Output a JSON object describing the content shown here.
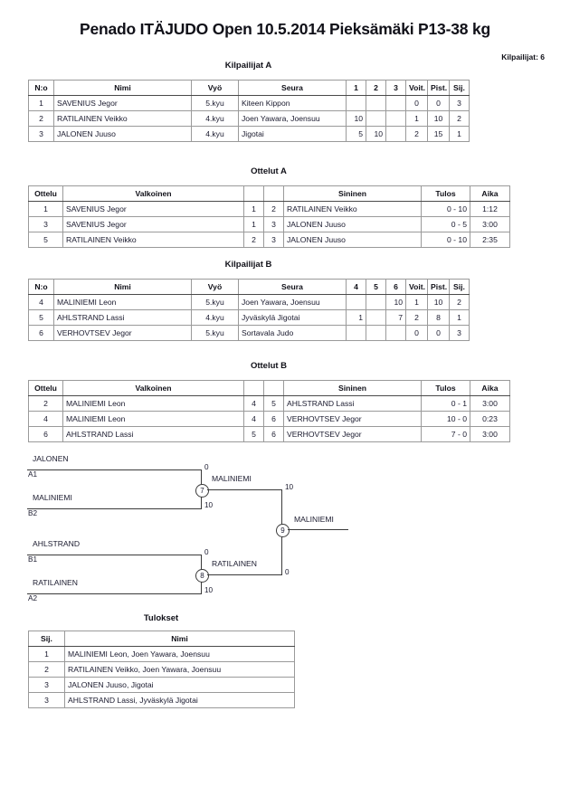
{
  "header": {
    "title": "Penado ITÄJUDO Open   10.5.2014  Pieksämäki   P13-38 kg",
    "entrant_count": "Kilpailijat: 6"
  },
  "pools": [
    {
      "heading": "Kilpailijat A",
      "columns": [
        "N:o",
        "Nimi",
        "Vyö",
        "Seura",
        "1",
        "2",
        "3",
        "Voit.",
        "Pist.",
        "Sij."
      ],
      "rows": [
        {
          "no": "1",
          "name": "SAVENIUS Jegor",
          "belt": "5.kyu",
          "club": "Kiteen Kippon",
          "m1": "",
          "m2": "",
          "m3": "",
          "wins": "0",
          "points": "0",
          "rank": "3"
        },
        {
          "no": "2",
          "name": "RATILAINEN Veikko",
          "belt": "4.kyu",
          "club": "Joen Yawara, Joensuu",
          "m1": "10",
          "m2": "",
          "m3": "",
          "wins": "1",
          "points": "10",
          "rank": "2"
        },
        {
          "no": "3",
          "name": "JALONEN Juuso",
          "belt": "4.kyu",
          "club": "Jigotai",
          "m1": "5",
          "m2": "10",
          "m3": "",
          "wins": "2",
          "points": "15",
          "rank": "1"
        }
      ]
    },
    {
      "heading": "Kilpailijat B",
      "columns": [
        "N:o",
        "Nimi",
        "Vyö",
        "Seura",
        "4",
        "5",
        "6",
        "Voit.",
        "Pist.",
        "Sij."
      ],
      "rows": [
        {
          "no": "4",
          "name": "MALINIEMI Leon",
          "belt": "5.kyu",
          "club": "Joen Yawara, Joensuu",
          "m1": "",
          "m2": "",
          "m3": "10",
          "wins": "1",
          "points": "10",
          "rank": "2"
        },
        {
          "no": "5",
          "name": "AHLSTRAND Lassi",
          "belt": "4.kyu",
          "club": "Jyväskylä Jigotai",
          "m1": "1",
          "m2": "",
          "m3": "7",
          "wins": "2",
          "points": "8",
          "rank": "1"
        },
        {
          "no": "6",
          "name": "VERHOVTSEV Jegor",
          "belt": "5.kyu",
          "club": "Sortavala Judo",
          "m1": "",
          "m2": "",
          "m3": "",
          "wins": "0",
          "points": "0",
          "rank": "3"
        }
      ]
    }
  ],
  "matches": [
    {
      "heading": "Ottelut A",
      "columns": [
        "Ottelu",
        "Valkoinen",
        "",
        "",
        "Sininen",
        "Tulos",
        "Aika"
      ],
      "rows": [
        {
          "bout": "1",
          "white": "SAVENIUS Jegor",
          "wno": "1",
          "bno": "2",
          "blue": "RATILAINEN Veikko",
          "result": "0 - 10",
          "time": "1:12"
        },
        {
          "bout": "3",
          "white": "SAVENIUS Jegor",
          "wno": "1",
          "bno": "3",
          "blue": "JALONEN Juuso",
          "result": "0 - 5",
          "time": "3:00"
        },
        {
          "bout": "5",
          "white": "RATILAINEN Veikko",
          "wno": "2",
          "bno": "3",
          "blue": "JALONEN Juuso",
          "result": "0 - 10",
          "time": "2:35"
        }
      ]
    },
    {
      "heading": "Ottelut B",
      "columns": [
        "Ottelu",
        "Valkoinen",
        "",
        "",
        "Sininen",
        "Tulos",
        "Aika"
      ],
      "rows": [
        {
          "bout": "2",
          "white": "MALINIEMI Leon",
          "wno": "4",
          "bno": "5",
          "blue": "AHLSTRAND Lassi",
          "result": "0 - 1",
          "time": "3:00"
        },
        {
          "bout": "4",
          "white": "MALINIEMI Leon",
          "wno": "4",
          "bno": "6",
          "blue": "VERHOVTSEV Jegor",
          "result": "10 - 0",
          "time": "0:23"
        },
        {
          "bout": "6",
          "white": "AHLSTRAND Lassi",
          "wno": "5",
          "bno": "6",
          "blue": "VERHOVTSEV Jegor",
          "result": "7 - 0",
          "time": "3:00"
        }
      ]
    }
  ],
  "bracket": {
    "semifinals": [
      {
        "node": "7",
        "winner": "MALINIEMI",
        "top": {
          "name": "JALONEN",
          "seed": "A1",
          "score": "0"
        },
        "bottom": {
          "name": "MALINIEMI",
          "seed": "B2",
          "score": "10"
        }
      },
      {
        "node": "8",
        "winner": "RATILAINEN",
        "top": {
          "name": "AHLSTRAND",
          "seed": "B1",
          "score": "0"
        },
        "bottom": {
          "name": "RATILAINEN",
          "seed": "A2",
          "score": "10"
        }
      }
    ],
    "final": {
      "node": "9",
      "winner": "MALINIEMI",
      "top_score": "10",
      "bottom_score": "0"
    }
  },
  "results": {
    "heading": "Tulokset",
    "columns": [
      "Sij.",
      "Nimi"
    ],
    "rows": [
      {
        "rank": "1",
        "name": "MALINIEMI Leon, Joen Yawara, Joensuu"
      },
      {
        "rank": "2",
        "name": "RATILAINEN Veikko, Joen Yawara, Joensuu"
      },
      {
        "rank": "3",
        "name": "JALONEN Juuso, Jigotai"
      },
      {
        "rank": "3",
        "name": "AHLSTRAND Lassi, Jyväskylä Jigotai"
      }
    ]
  }
}
